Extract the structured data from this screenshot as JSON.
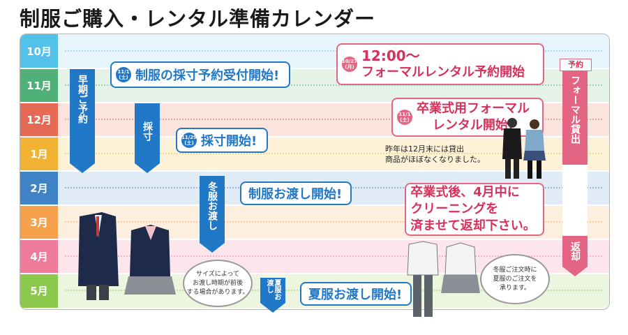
{
  "title": "制服ご購入・レンタル準備カレンダー",
  "months": [
    {
      "label": "10月",
      "color": "#52c2ea",
      "lane": "#e6f5fb"
    },
    {
      "label": "11月",
      "color": "#4fb078",
      "lane": "#e4f2e8"
    },
    {
      "label": "12月",
      "color": "#e46a56",
      "lane": "#fbe3de"
    },
    {
      "label": "1月",
      "color": "#f2b233",
      "lane": "#fdf1d7"
    },
    {
      "label": "2月",
      "color": "#3f82c5",
      "lane": "#e0ebf6"
    },
    {
      "label": "3月",
      "color": "#f5a04a",
      "lane": "#fdeedd"
    },
    {
      "label": "4月",
      "color": "#ee7b9a",
      "lane": "#fce6ec"
    },
    {
      "label": "5月",
      "color": "#8cc84b",
      "lane": "#ecf6df"
    }
  ],
  "arrows": {
    "early": "早期ご予約",
    "measure": "採寸",
    "deliver_winter": "冬服お渡し",
    "deliver_summer": "夏服お渡し",
    "formal": "フォーマル貸出",
    "formal_tag": "予約",
    "return": "返却"
  },
  "callouts": {
    "c1": {
      "date": "11/1",
      "day": "(土)",
      "text": "制服の採寸予約受付開始!"
    },
    "c2": {
      "date": "11/29",
      "day": "(土)",
      "text": "採寸開始!"
    },
    "c3": {
      "text": "制服お渡し開始!"
    },
    "c4": {
      "text": "夏服お渡し開始!"
    },
    "c5": {
      "date": "10/27",
      "day": "(月)",
      "line1": "12:00〜",
      "line2": "フォーマルレンタル予約開始"
    },
    "c6": {
      "date": "11/1",
      "day": "(土)",
      "line1": "卒業式用フォーマル",
      "line2": "レンタル開始!"
    },
    "c7": {
      "line1": "卒業式後、4月中に",
      "line2": "クリーニングを",
      "line3": "済ませて返却下さい。"
    }
  },
  "notes": {
    "stock": "昨年は12月末には貸出\n商品がほぼなくなりました。",
    "size": "サイズによって\nお渡し時期が前後\nする場合があります。",
    "winter": "冬服ご注文時に\n夏服のご注文を\n承ります。"
  }
}
